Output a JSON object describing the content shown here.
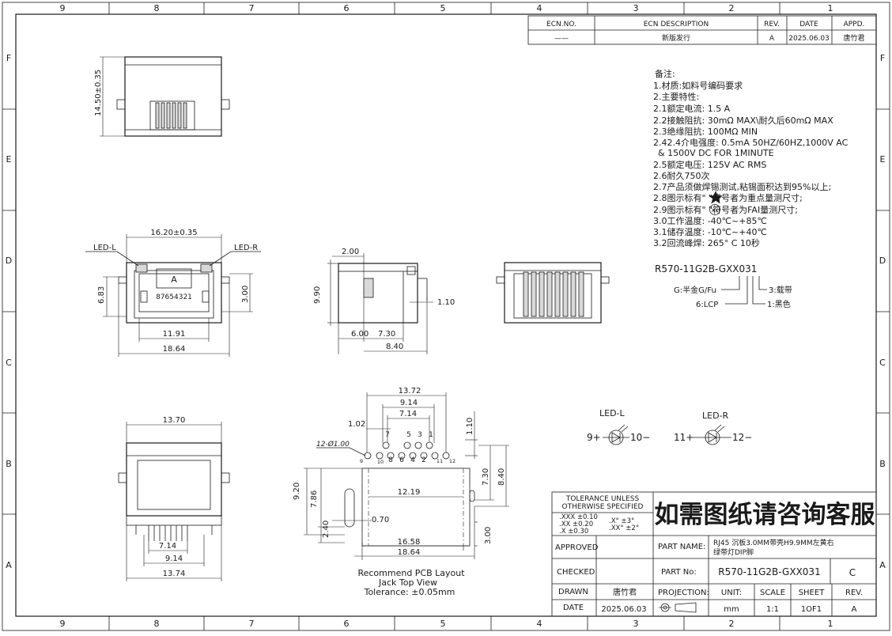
{
  "frame": {
    "cols": [
      "9",
      "8",
      "7",
      "6",
      "5",
      "4",
      "3",
      "2",
      "1"
    ],
    "rows": [
      "F",
      "E",
      "D",
      "C",
      "B",
      "A"
    ]
  },
  "ecn": {
    "headers": [
      "ECN.NO.",
      "ECN DESCRIPTION",
      "REV.",
      "DATE",
      "APPD."
    ],
    "row": [
      "——",
      "新版发行",
      "A",
      "2025.06.03",
      "唐竹君"
    ]
  },
  "notes": {
    "title": "备注:",
    "lines": [
      "1.材质:如料号编码要求",
      "2.主要特性:",
      "2.1额定电流: 1.5 A",
      "2.2接触阻抗: 30mΩ MAX\\耐久后60mΩ MAX",
      "2.3绝缘阻抗: 100MΩ MIN",
      "2.42.4介电强度: 0.5mA 50HZ/60HZ,1000V AC",
      "& 1500V DC FOR 1MINUTE",
      "2.5额定电压: 125V AC RMS",
      "2.6耐久750次",
      "2.7产品须做焊锡测试,粘锡面积达到95%以上;",
      "2.9图示标有\"     \"符号者为FAI量测尺寸;",
      "3.0工作温度: -40℃~+85℃",
      "3.1储存温度: -10℃~+40℃",
      "3.2回流峰焊: 265° C 10秒"
    ],
    "star_line": "2.8图示标有\"     \"符号者为重点量测尺寸;",
    "fai_symbol": "XX"
  },
  "part_code": {
    "code": "R570-11G2B-GXX031",
    "g_label": "G:半金G/Fu",
    "six_label": "6:LCP",
    "three_label": "3:载带",
    "one_label": "1:黑色"
  },
  "dims_top": {
    "height": "14.50±0.35"
  },
  "dims_front": {
    "width_top": "16.20±0.35",
    "led_l": "LED-L",
    "led_r": "LED-R",
    "left_h": "6.83",
    "right_h": "3.00",
    "inner_w": "11.91",
    "outer_w": "18.64",
    "pin_numbers": "87654321",
    "jack_mark": "A"
  },
  "dims_side": {
    "top": "2.00",
    "height": "9.90",
    "pin": "1.10",
    "b1": "6.00",
    "b2": "7.30",
    "b3": "8.40"
  },
  "dims_bottom": {
    "top": "13.70",
    "b1": "7.14",
    "b2": "9.14",
    "b3": "13.74"
  },
  "pcb": {
    "w_1372": "13.72",
    "w_914": "9.14",
    "w_714": "7.14",
    "w_102": "1.02",
    "hole_note": "12-Ø1.00",
    "h_110": "1.10",
    "h_730": "7.30",
    "h_840": "8.40",
    "h_920": "9.20",
    "h_786": "7.86",
    "w_070": "0.70",
    "h_240": "2.40",
    "w_1219": "12.19",
    "h_300": "3.00",
    "w_1658": "16.58",
    "w_1864": "18.64",
    "top_numbers": [
      "7",
      "5",
      "3",
      "1"
    ],
    "bot_numbers": [
      "8",
      "6",
      "4",
      "2"
    ],
    "led_numbers": [
      "9",
      "10",
      "11",
      "12"
    ],
    "caption": [
      "Recommend PCB Layout",
      "Jack Top View",
      "Tolerance: ±0.05mm"
    ]
  },
  "led": {
    "l_label": "LED-L",
    "r_label": "LED-R",
    "l_left": "9+",
    "l_right": "10−",
    "r_left": "11+",
    "r_right": "12−"
  },
  "title_block": {
    "tolerance_title": [
      "TOLERANCE UNLESS",
      "OTHERWISE SPECIFIED"
    ],
    "tol_left": [
      ".XXX  ±0.10",
      ".XX   ±0.20",
      ".X    ±0.30"
    ],
    "tol_right": [
      ".X°   ±3°",
      ".XX°  ±2°"
    ],
    "banner": "如需图纸请咨询客服",
    "approved": "APPROVED",
    "checked": "CHECKED",
    "drawn": "DRAWN",
    "drawn_by": "唐竹君",
    "date_label": "DATE",
    "date": "2025.06.03",
    "part_name_label": "PART NAME:",
    "part_name": [
      "RJ45 沉板3.0MM带壳H9.9MM左黄右",
      "绿带灯DIP脚"
    ],
    "part_no_label": "PART No:",
    "part_no": "R570-11G2B-GXX031",
    "rev_letter": "C",
    "projection": "PROJECTION:",
    "unit_label": "UNIT:",
    "unit": "mm",
    "scale_label": "SCALE",
    "scale": "1:1",
    "sheet_label": "SHEET",
    "sheet": "1OF1",
    "rev_label": "REV.",
    "rev": "A"
  }
}
